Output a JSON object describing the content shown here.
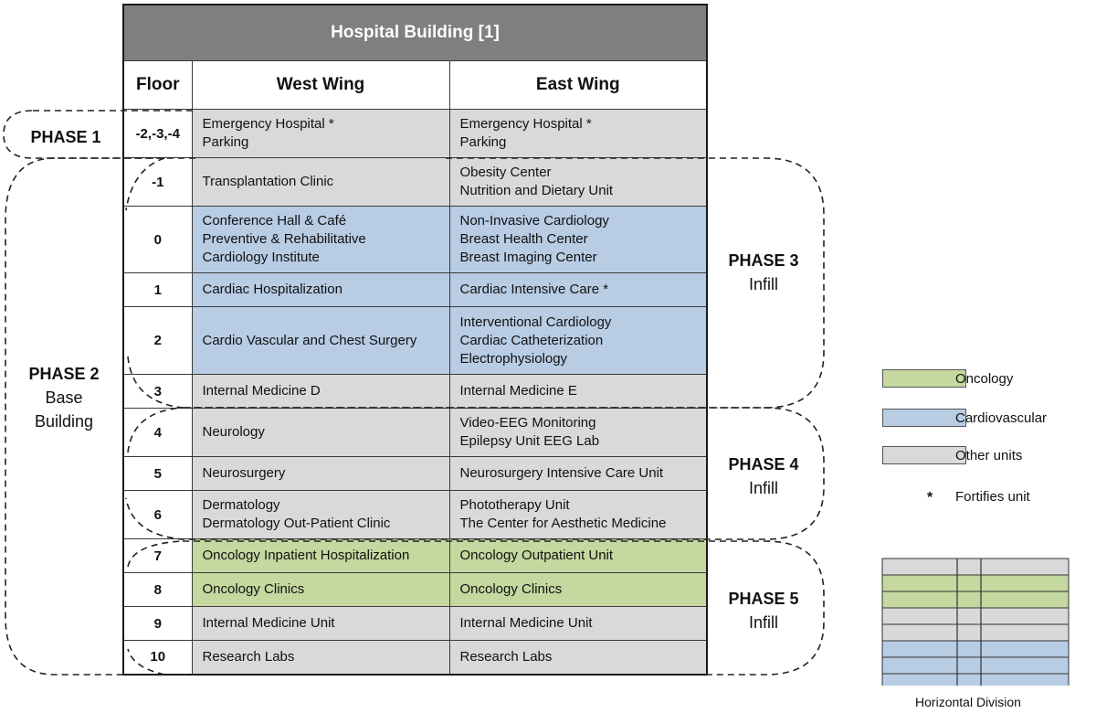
{
  "title": "Hospital Building [1]",
  "headers": {
    "floor": "Floor",
    "west": "West Wing",
    "east": "East Wing"
  },
  "colors": {
    "oncology": "#c4d8a0",
    "cardiovascular": "#b8cce4",
    "other": "#d9d9d9"
  },
  "rows": [
    {
      "floor": "-2,-3,-4",
      "cat_west": "other",
      "cat_east": "other",
      "west": [
        "Emergency Hospital *",
        "Parking"
      ],
      "east": [
        "Emergency Hospital *",
        "Parking"
      ]
    },
    {
      "floor": "-1",
      "cat_west": "other",
      "cat_east": "other",
      "west": [
        "Transplantation Clinic"
      ],
      "east": [
        "Obesity Center",
        "Nutrition and Dietary Unit"
      ]
    },
    {
      "floor": "0",
      "cat_west": "cardio",
      "cat_east": "cardio",
      "west": [
        "Conference Hall & Café",
        "Preventive & Rehabilitative",
        "Cardiology Institute"
      ],
      "east": [
        "Non-Invasive Cardiology",
        "Breast Health Center",
        "Breast Imaging Center"
      ]
    },
    {
      "floor": "1",
      "cat_west": "cardio",
      "cat_east": "cardio",
      "west": [
        "Cardiac Hospitalization"
      ],
      "east": [
        "Cardiac Intensive Care *"
      ]
    },
    {
      "floor": "2",
      "cat_west": "cardio",
      "cat_east": "cardio",
      "west": [
        "Cardio Vascular and Chest Surgery"
      ],
      "east": [
        "Interventional Cardiology",
        "Cardiac Catheterization",
        "Electrophysiology"
      ]
    },
    {
      "floor": "3",
      "cat_west": "other",
      "cat_east": "other",
      "west": [
        "Internal Medicine D"
      ],
      "east": [
        "Internal Medicine E"
      ]
    },
    {
      "floor": "4",
      "cat_west": "other",
      "cat_east": "other",
      "west": [
        "Neurology"
      ],
      "east": [
        "Video-EEG Monitoring",
        "Epilepsy Unit EEG Lab"
      ]
    },
    {
      "floor": "5",
      "cat_west": "other",
      "cat_east": "other",
      "west": [
        "Neurosurgery"
      ],
      "east": [
        "Neurosurgery Intensive Care Unit"
      ]
    },
    {
      "floor": "6",
      "cat_west": "other",
      "cat_east": "other",
      "west": [
        "Dermatology",
        "Dermatology Out-Patient Clinic"
      ],
      "east": [
        "Phototherapy Unit",
        "The Center for Aesthetic Medicine"
      ]
    },
    {
      "floor": "7",
      "cat_west": "onco",
      "cat_east": "onco",
      "west": [
        "Oncology Inpatient Hospitalization"
      ],
      "east": [
        "Oncology Outpatient Unit"
      ]
    },
    {
      "floor": "8",
      "cat_west": "onco",
      "cat_east": "onco",
      "west": [
        "Oncology Clinics"
      ],
      "east": [
        "Oncology Clinics"
      ]
    },
    {
      "floor": "9",
      "cat_west": "other",
      "cat_east": "other",
      "west": [
        "Internal Medicine Unit"
      ],
      "east": [
        "Internal Medicine Unit"
      ]
    },
    {
      "floor": "10",
      "cat_west": "other",
      "cat_east": "other",
      "west": [
        "Research Labs"
      ],
      "east": [
        "Research Labs"
      ]
    }
  ],
  "phases": [
    {
      "title": "PHASE 1",
      "sub": []
    },
    {
      "title": "PHASE 2",
      "sub": [
        "Base",
        "Building"
      ]
    },
    {
      "title": "PHASE 3",
      "sub": [
        "Infill"
      ]
    },
    {
      "title": "PHASE 4",
      "sub": [
        "Infill"
      ]
    },
    {
      "title": "PHASE 5",
      "sub": [
        "Infill"
      ]
    }
  ],
  "legend": [
    {
      "label": "Oncology",
      "category": "onco"
    },
    {
      "label": "Cardiovascular",
      "category": "cardio"
    },
    {
      "label": "Other units",
      "category": "other"
    }
  ],
  "legend_star": {
    "symbol": "*",
    "label": "Fortifies unit"
  },
  "mini_building": {
    "caption": "Horizontal Division",
    "floors_top_to_bottom": [
      "other",
      "onco",
      "onco",
      "other",
      "other",
      "cardio",
      "cardio",
      "cardio"
    ]
  }
}
